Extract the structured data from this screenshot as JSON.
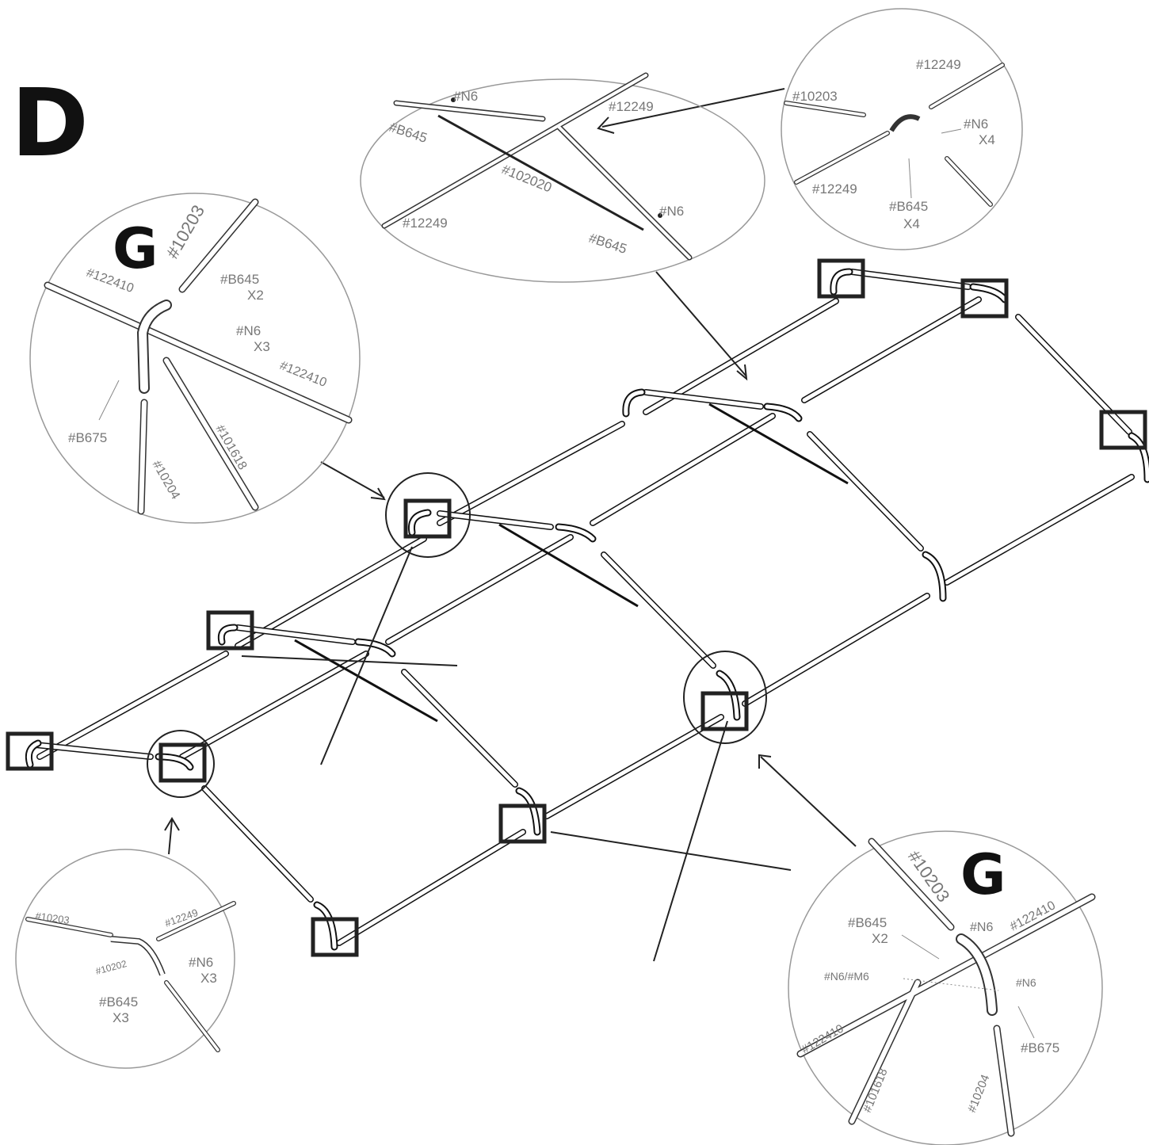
{
  "step_label": "D",
  "detail_letter": "G",
  "detail_top_center": {
    "labels": [
      "#N6",
      "#B645",
      "#12249",
      "#102020",
      "#12249",
      "#N6",
      "#B645"
    ]
  },
  "detail_top_right": {
    "labels": [
      "#12249",
      "#10203",
      "#N6",
      "X4",
      "#12249",
      "#B645",
      "X4"
    ]
  },
  "detail_left": {
    "labels": [
      "#10203",
      "#122410",
      "#B645",
      "X2",
      "#N6",
      "X3",
      "#122410",
      "#B675",
      "#101618",
      "#10204"
    ]
  },
  "detail_bottom_left": {
    "labels": [
      "#10203",
      "#12249",
      "#10202",
      "#N6",
      "X3",
      "#B645",
      "X3"
    ]
  },
  "detail_bottom_right": {
    "labels": [
      "#10203",
      "#N6",
      "#122410",
      "#B645",
      "X2",
      "#N6/#M6",
      "#N6",
      "#122410",
      "#B675",
      "#101618",
      "#10204"
    ]
  }
}
